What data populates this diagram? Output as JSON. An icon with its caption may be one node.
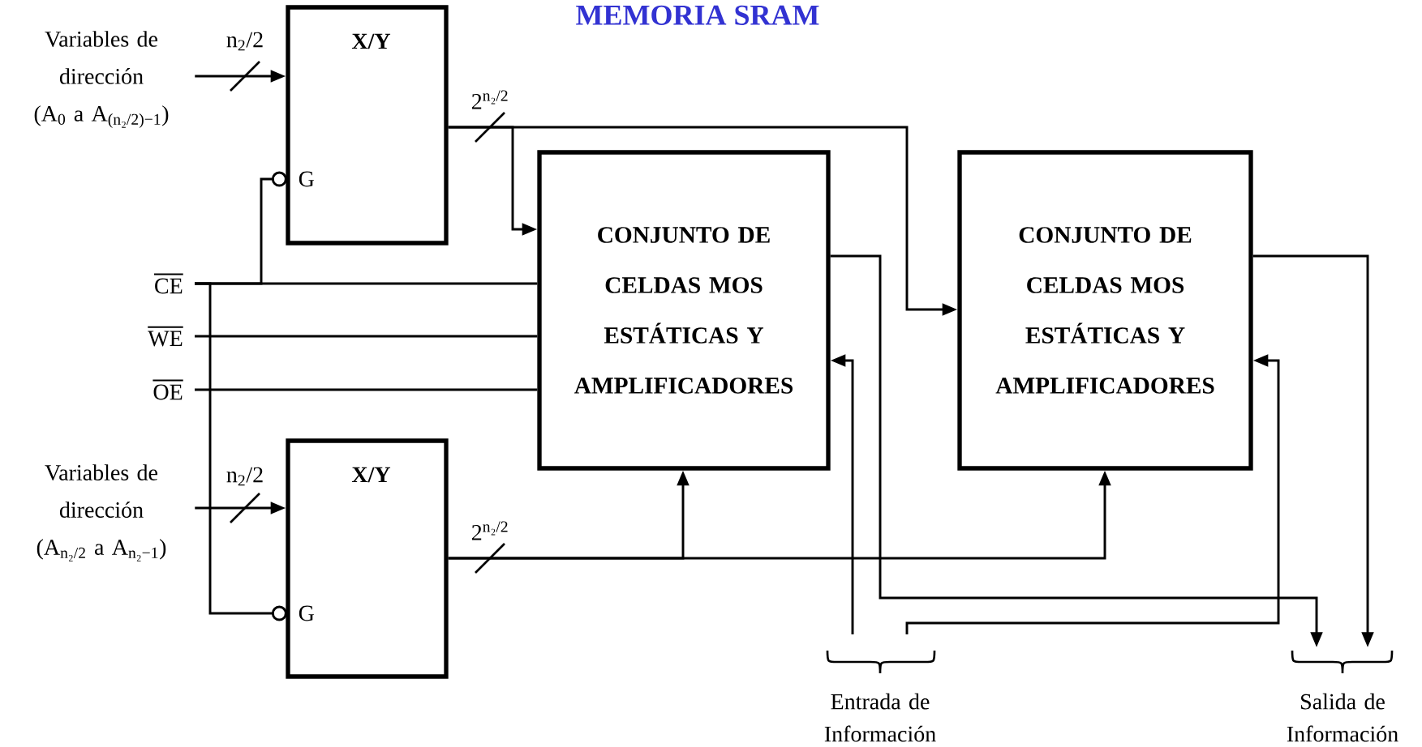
{
  "diagram": {
    "title": "MEMORIA SRAM",
    "nodes": [
      {
        "text": [
          "Variables de dirección",
          "(A$_{0}$ a A$_{(n₂/2)−1}$)"
        ]
      },
      {
        "text": [
          "X/Y",
          "G"
        ]
      },
      {
        "text": [
          "CE"
        ]
      },
      {
        "text": [
          "WE"
        ]
      },
      {
        "text": [
          "OE"
        ]
      },
      {
        "text": [
          "Variables de dirección",
          "(A$_{n₂/2}$ a A$_{n₂−1}$)"
        ]
      },
      {
        "text": [
          "X/Y",
          "G"
        ]
      },
      {
        "text": [
          "CONJUNTO DE CELDAS MOS ESTÁTICAS Y AMPLIFICADORES"
        ]
      },
      {
        "text": [
          "CONJUNTO DE CELDAS MOS ESTÁTICAS Y AMPLIFICADORES"
        ]
      },
      {
        "text": [
          "Entrada de Información"
        ]
      },
      {
        "text": [
          "Salida de Información"
        ]
      }
    ],
    "edges": [
      {
        "from": 0,
        "to": 1,
        "arrow": "to",
        "label": "n$_{2}$/2"
      },
      {
        "from": 5,
        "to": 6,
        "arrow": "to",
        "label": "n$_{2}$/2"
      },
      {
        "from": 2,
        "to": 7,
        "arrow": "none"
      },
      {
        "from": 3,
        "to": 7,
        "arrow": "none"
      },
      {
        "from": 4,
        "to": 7,
        "arrow": "none"
      },
      {
        "from": 2,
        "to": 1,
        "arrow": "other"
      },
      {
        "from": 2,
        "to": 6,
        "arrow": "other"
      },
      {
        "from": 1,
        "to": 7,
        "arrow": "to",
        "label": "2$^{n₂/2}$"
      },
      {
        "from": 1,
        "to": 8,
        "arrow": "to"
      },
      {
        "from": 6,
        "to": 7,
        "arrow": "to",
        "label": "2$^{n₂/2}$"
      },
      {
        "from": 6,
        "to": 8,
        "arrow": "to"
      },
      {
        "from": 7,
        "to": 10,
        "arrow": "to"
      },
      {
        "from": 8,
        "to": 10,
        "arrow": "to"
      },
      {
        "from": 9,
        "to": 7,
        "arrow": "to"
      },
      {
        "from": 9,
        "to": 8,
        "arrow": "to"
      }
    ]
  }
}
